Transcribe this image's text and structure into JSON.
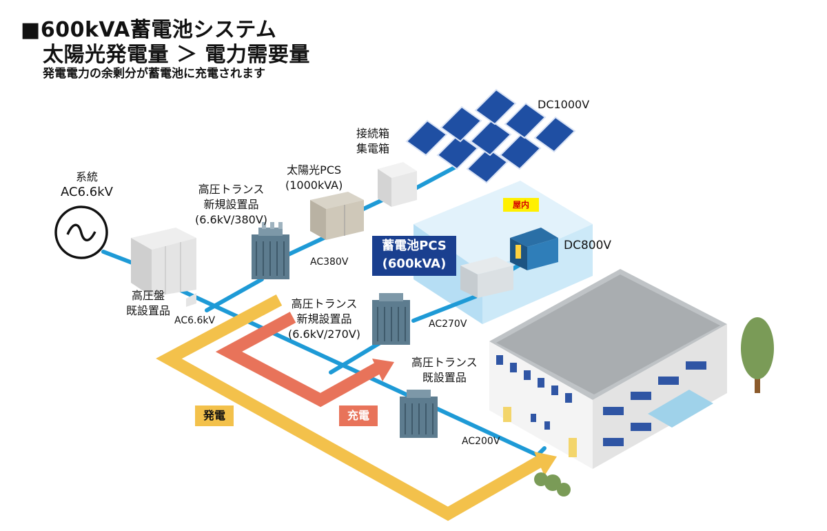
{
  "title": {
    "line1": "■600kVA蓄電池システム",
    "line2": "太陽光発電量 ＞ 電力需要量",
    "subtitle": "発電電力の余剰分が蓄電池に充電されます"
  },
  "labels": {
    "grid_name": "系統",
    "grid_voltage": "AC6.6kV",
    "hv_panel": [
      "高圧盤",
      "既設置品"
    ],
    "hv_panel_voltage": "AC6.6kV",
    "trans_new_380": [
      "高圧トランス",
      "新規設置品",
      "(6.6kV/380V)"
    ],
    "ac380": "AC380V",
    "solar_pcs": [
      "太陽光PCS",
      "(1000kVA)"
    ],
    "junction_box": [
      "接続箱",
      "集電箱"
    ],
    "dc1000": "DC1000V",
    "indoor": "屋内",
    "battery_pcs": [
      "蓄電池PCS",
      "(600kVA)"
    ],
    "dc800": "DC800V",
    "trans_new_270": [
      "高圧トランス",
      "新規設置品",
      "(6.6kV/270V)"
    ],
    "ac270": "AC270V",
    "trans_existing": [
      "高圧トランス",
      "既設置品"
    ],
    "ac200": "AC200V",
    "flow_generation": "発電",
    "flow_charge": "充電"
  },
  "colors": {
    "line": "#1e9ad6",
    "generation_arrow": "#f3c14b",
    "charge_arrow": "#e8735a",
    "battery_box": "#cfe9f7",
    "pcs_label_bg": "#1a3f8f",
    "indoor_tag": "#fff000"
  }
}
